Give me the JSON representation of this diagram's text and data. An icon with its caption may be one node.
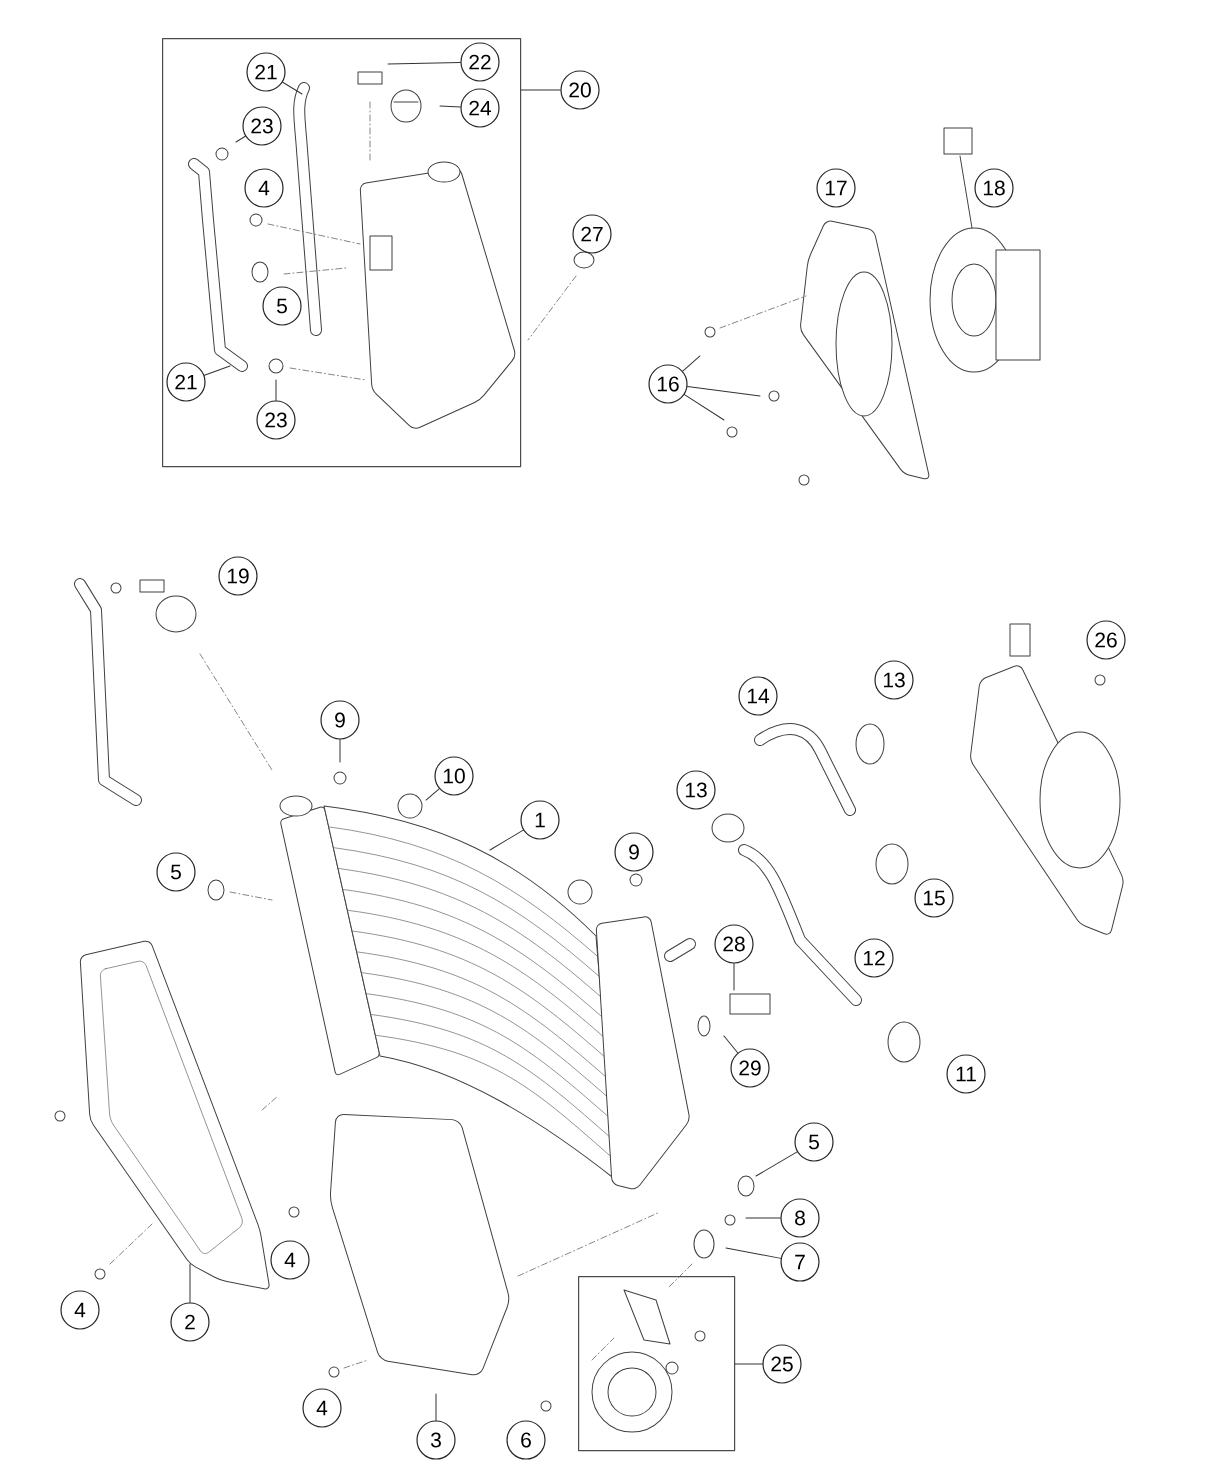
{
  "diagram": {
    "nodes": [
      {
        "text": [],
        "shape": "box"
      },
      {
        "text": [
          "21"
        ],
        "in": 0
      },
      {
        "text": [
          "22"
        ],
        "in": 0
      },
      {
        "text": [
          "24"
        ],
        "in": 0
      },
      {
        "text": [
          "23"
        ],
        "in": 0
      },
      {
        "text": [
          "4"
        ],
        "in": 0
      },
      {
        "text": [
          "5"
        ],
        "in": 0
      },
      {
        "text": [
          "21"
        ],
        "in": 0
      },
      {
        "text": [
          "23"
        ],
        "in": 0
      },
      {
        "text": [
          "20"
        ]
      },
      {
        "text": [
          "27"
        ]
      },
      {
        "text": [
          "17"
        ]
      },
      {
        "text": [
          "18"
        ]
      },
      {
        "text": [
          "16"
        ]
      },
      {
        "text": [
          "19"
        ]
      },
      {
        "text": [
          "9"
        ]
      },
      {
        "text": [
          "10"
        ]
      },
      {
        "text": [
          "1"
        ]
      },
      {
        "text": [
          "5"
        ]
      },
      {
        "text": [
          "9"
        ]
      },
      {
        "text": [
          "26"
        ]
      },
      {
        "text": [
          "14"
        ]
      },
      {
        "text": [
          "13"
        ]
      },
      {
        "text": [
          "13"
        ]
      },
      {
        "text": [
          "15"
        ]
      },
      {
        "text": [
          "12"
        ]
      },
      {
        "text": [
          "28"
        ]
      },
      {
        "text": [
          "29"
        ]
      },
      {
        "text": [
          "11"
        ]
      },
      {
        "text": [
          "5"
        ]
      },
      {
        "text": [
          "8"
        ]
      },
      {
        "text": [
          "7"
        ]
      },
      {
        "text": [],
        "shape": "box"
      },
      {
        "text": [
          "25"
        ]
      },
      {
        "text": [
          "6"
        ]
      },
      {
        "text": [
          "4"
        ]
      },
      {
        "text": [
          "4"
        ]
      },
      {
        "text": [
          "2"
        ]
      },
      {
        "text": [
          "4"
        ]
      },
      {
        "text": [
          "3"
        ]
      }
    ],
    "edges": [
      {
        "from": 1,
        "to": null,
        "arrow": "none"
      },
      {
        "from": 2,
        "to": null,
        "arrow": "none"
      },
      {
        "from": 3,
        "to": null,
        "arrow": "none"
      },
      {
        "from": 4,
        "to": null,
        "arrow": "none"
      },
      {
        "from": 7,
        "to": null,
        "arrow": "none"
      },
      {
        "from": 8,
        "to": null,
        "arrow": "none"
      },
      {
        "from": 9,
        "to": 0,
        "arrow": "none"
      },
      {
        "from": 13,
        "to": null,
        "arrow": "none"
      },
      {
        "from": 13,
        "to": null,
        "arrow": "none"
      },
      {
        "from": 13,
        "to": null,
        "arrow": "none"
      },
      {
        "from": 15,
        "to": null,
        "arrow": "none"
      },
      {
        "from": 16,
        "to": null,
        "arrow": "none"
      },
      {
        "from": 17,
        "to": null,
        "arrow": "none"
      },
      {
        "from": 26,
        "to": null,
        "arrow": "none"
      },
      {
        "from": 27,
        "to": null,
        "arrow": "none"
      },
      {
        "from": 29,
        "to": null,
        "arrow": "none"
      },
      {
        "from": 30,
        "to": null,
        "arrow": "none"
      },
      {
        "from": 31,
        "to": null,
        "arrow": "none"
      },
      {
        "from": 33,
        "to": 32,
        "arrow": "none"
      },
      {
        "from": 39,
        "to": null,
        "arrow": "none"
      },
      {
        "from": 37,
        "to": null,
        "arrow": "none"
      }
    ]
  }
}
